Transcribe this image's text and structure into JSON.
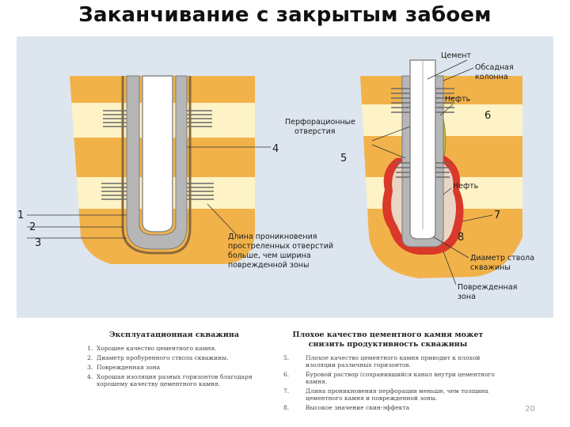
{
  "title": "Заканчивание с закрытым забоем",
  "page_number": "20",
  "diagram": {
    "left_labels": {
      "n1": "1",
      "n2": "2",
      "n3": "3",
      "n4": "4",
      "penetration_note": [
        "Длина проникновения",
        "простреленных отверстий",
        "больше, чем ширина",
        "поврежденной зоны"
      ]
    },
    "right_labels": {
      "cement": "Цемент",
      "casing": [
        "Обсадная",
        "колонна"
      ],
      "oil_top": "Нефть",
      "n6": "6",
      "perforations": [
        "Перфорационные",
        "отверстия"
      ],
      "n5": "5",
      "oil_bottom": "Нефть",
      "n7": "7",
      "n8": "8",
      "hole_diameter": [
        "Диаметр ствола",
        "скважины"
      ],
      "damaged_zone": [
        "Поврежденная",
        "зона"
      ]
    }
  },
  "legend": {
    "left": {
      "heading": "Эксплуатационная скважина",
      "items": [
        {
          "n": "1.",
          "text": "Хорошее качество цементного камня."
        },
        {
          "n": "2.",
          "text": "Диаметр пробуренного ствола скважины."
        },
        {
          "n": "3.",
          "text": "Поврежденная зона"
        },
        {
          "n": "4.",
          "text": "Хорошая изоляция разных горизонтов благодаря хорошему качеству цементного камня."
        }
      ]
    },
    "right": {
      "heading": "Плохое качество цементного камня может снизить продуктивность скважины",
      "items": [
        {
          "n": "5.",
          "text": "Плохое качество цементного камня приводит к плохой изоляции различных горизонтов."
        },
        {
          "n": "6.",
          "text": "Буровой раствор (сохранившийся канал внутри цементного камня."
        },
        {
          "n": "7.",
          "text": "Длина проникновения перфорации меньше, чем толщина цементного камня и поврежденной зоны."
        },
        {
          "n": "8.",
          "text": "Высокое значение скин-эффекта"
        }
      ]
    }
  },
  "colors": {
    "panel": "#dde6ef",
    "formation_orange": "#f2b24a",
    "formation_cream": "#fdf3c6",
    "cement_gray": "#b6b6b6",
    "casing_white": "#ffffff",
    "damaged_red": "#d9382a",
    "mud_olive": "#c8b84a"
  }
}
